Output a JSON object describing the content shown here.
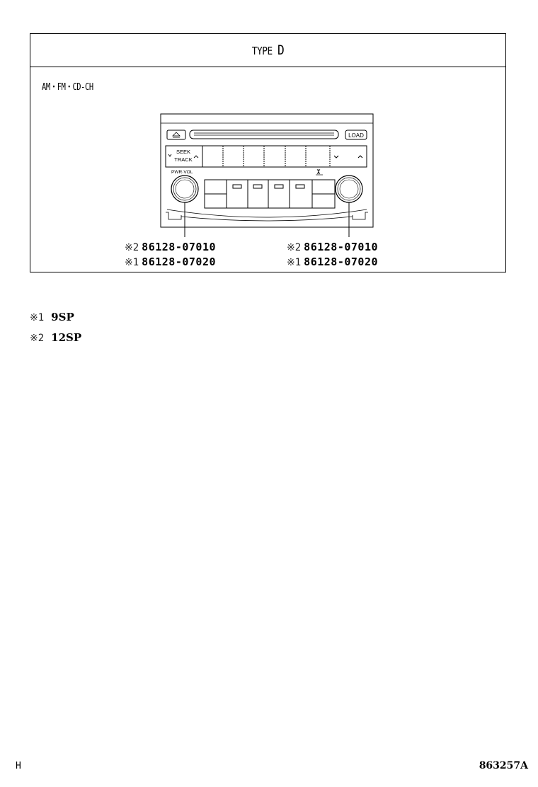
{
  "header": {
    "title_prefix": "TYPE",
    "title_letter": "D"
  },
  "variant_label": "AM・FM・CD-CH",
  "radio_unit": {
    "buttons": {
      "eject": "⏏",
      "load": "LOAD",
      "seek_track_line1": "SEEK",
      "seek_track_line2": "TRACK",
      "down": "v",
      "up": "^",
      "knob_left_label": "PWR·VOL",
      "knob_right_symbol": "audio-icon"
    }
  },
  "callouts": {
    "left": [
      {
        "mark": "※2",
        "part_number": "86128-07010"
      },
      {
        "mark": "※1",
        "part_number": "86128-07020"
      }
    ],
    "right": [
      {
        "mark": "※2",
        "part_number": "86128-07010"
      },
      {
        "mark": "※1",
        "part_number": "86128-07020"
      }
    ]
  },
  "legend": [
    {
      "mark": "※1",
      "value": "9SP"
    },
    {
      "mark": "※2",
      "value": "12SP"
    }
  ],
  "footer": {
    "left": "H",
    "right": "863257A"
  }
}
